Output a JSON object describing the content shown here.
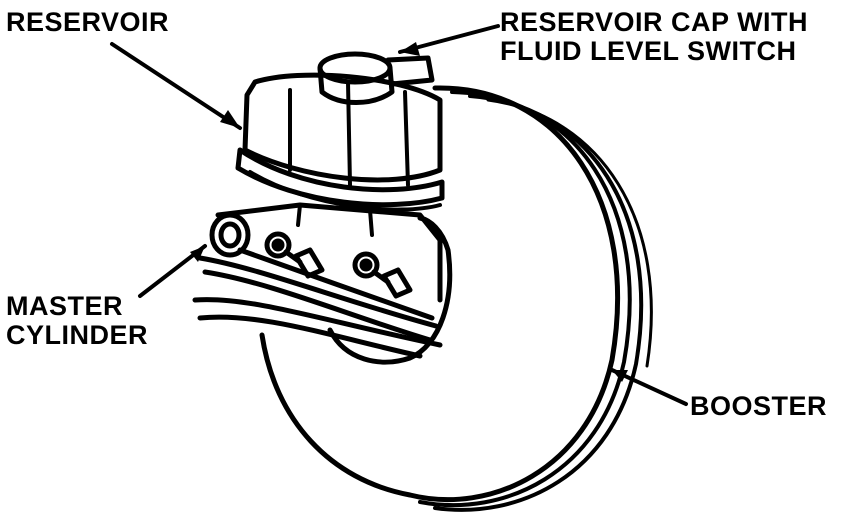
{
  "labels": {
    "reservoir": "RESERVOIR",
    "reservoir_cap": [
      "RESERVOIR CAP WITH",
      "FLUID LEVEL SWITCH"
    ],
    "master_cylinder": [
      "MASTER",
      "CYLINDER"
    ],
    "booster": "BOOSTER"
  },
  "colors": {
    "ink": "#000000",
    "paper": "#ffffff"
  }
}
